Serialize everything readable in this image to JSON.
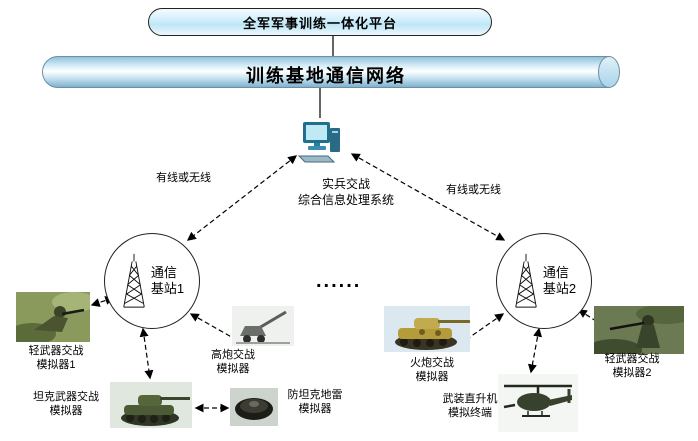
{
  "platform_box": {
    "label": "全军军事训练一体化平台"
  },
  "network_pipe": {
    "label": "训练基地通信网络"
  },
  "processing_system": {
    "line1": "实兵交战",
    "line2": "综合信息处理系统"
  },
  "links": {
    "left_label": "有线或无线",
    "right_label": "有线或无线",
    "ellipsis": "......"
  },
  "base_station_1": {
    "line1": "通信",
    "line2": "基站1"
  },
  "base_station_2": {
    "line1": "通信",
    "line2": "基站2"
  },
  "simulators": {
    "light_weapon_1": {
      "line1": "轻武器交战",
      "line2": "模拟器1"
    },
    "tank_weapon": {
      "line1": "坦克武器交战",
      "line2": "模拟器"
    },
    "aa_gun": {
      "line1": "高炮交战",
      "line2": "模拟器"
    },
    "anti_tank_mine": {
      "line1": "防坦克地雷",
      "line2": "模拟器"
    },
    "artillery": {
      "line1": "火炮交战",
      "line2": "模拟器"
    },
    "helicopter": {
      "line1": "武装直升机",
      "line2": "模拟终端"
    },
    "light_weapon_2": {
      "line1": "轻武器交战",
      "line2": "模拟器2"
    }
  },
  "colors": {
    "pipe_fill": "#a9d4ea",
    "platform_box_fill": "#cdeefb",
    "line_color": "#000000",
    "circle_fill": "#ffffff",
    "monitor_screen": "#bfeaf5"
  }
}
